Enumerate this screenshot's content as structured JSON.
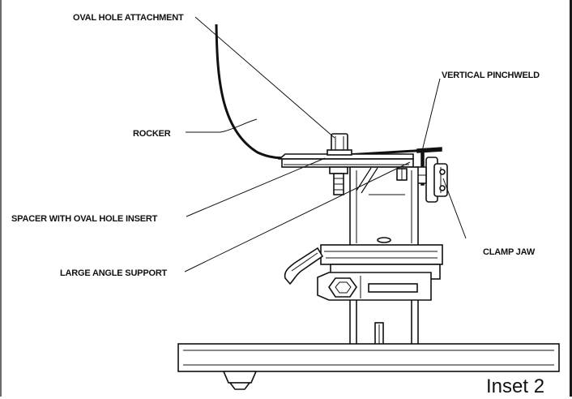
{
  "labels": {
    "oval_hole_attachment": "OVAL HOLE ATTACHMENT",
    "vertical_pinchweld": "VERTICAL PINCHWELD",
    "rocker": "ROCKER",
    "spacer_with_oval_hole_insert": "SPACER WITH OVAL HOLE INSERT",
    "clamp_jaw": "CLAMP JAW",
    "large_angle_support": "LARGE ANGLE SUPPORT"
  },
  "inset_label": "Inset 2"
}
